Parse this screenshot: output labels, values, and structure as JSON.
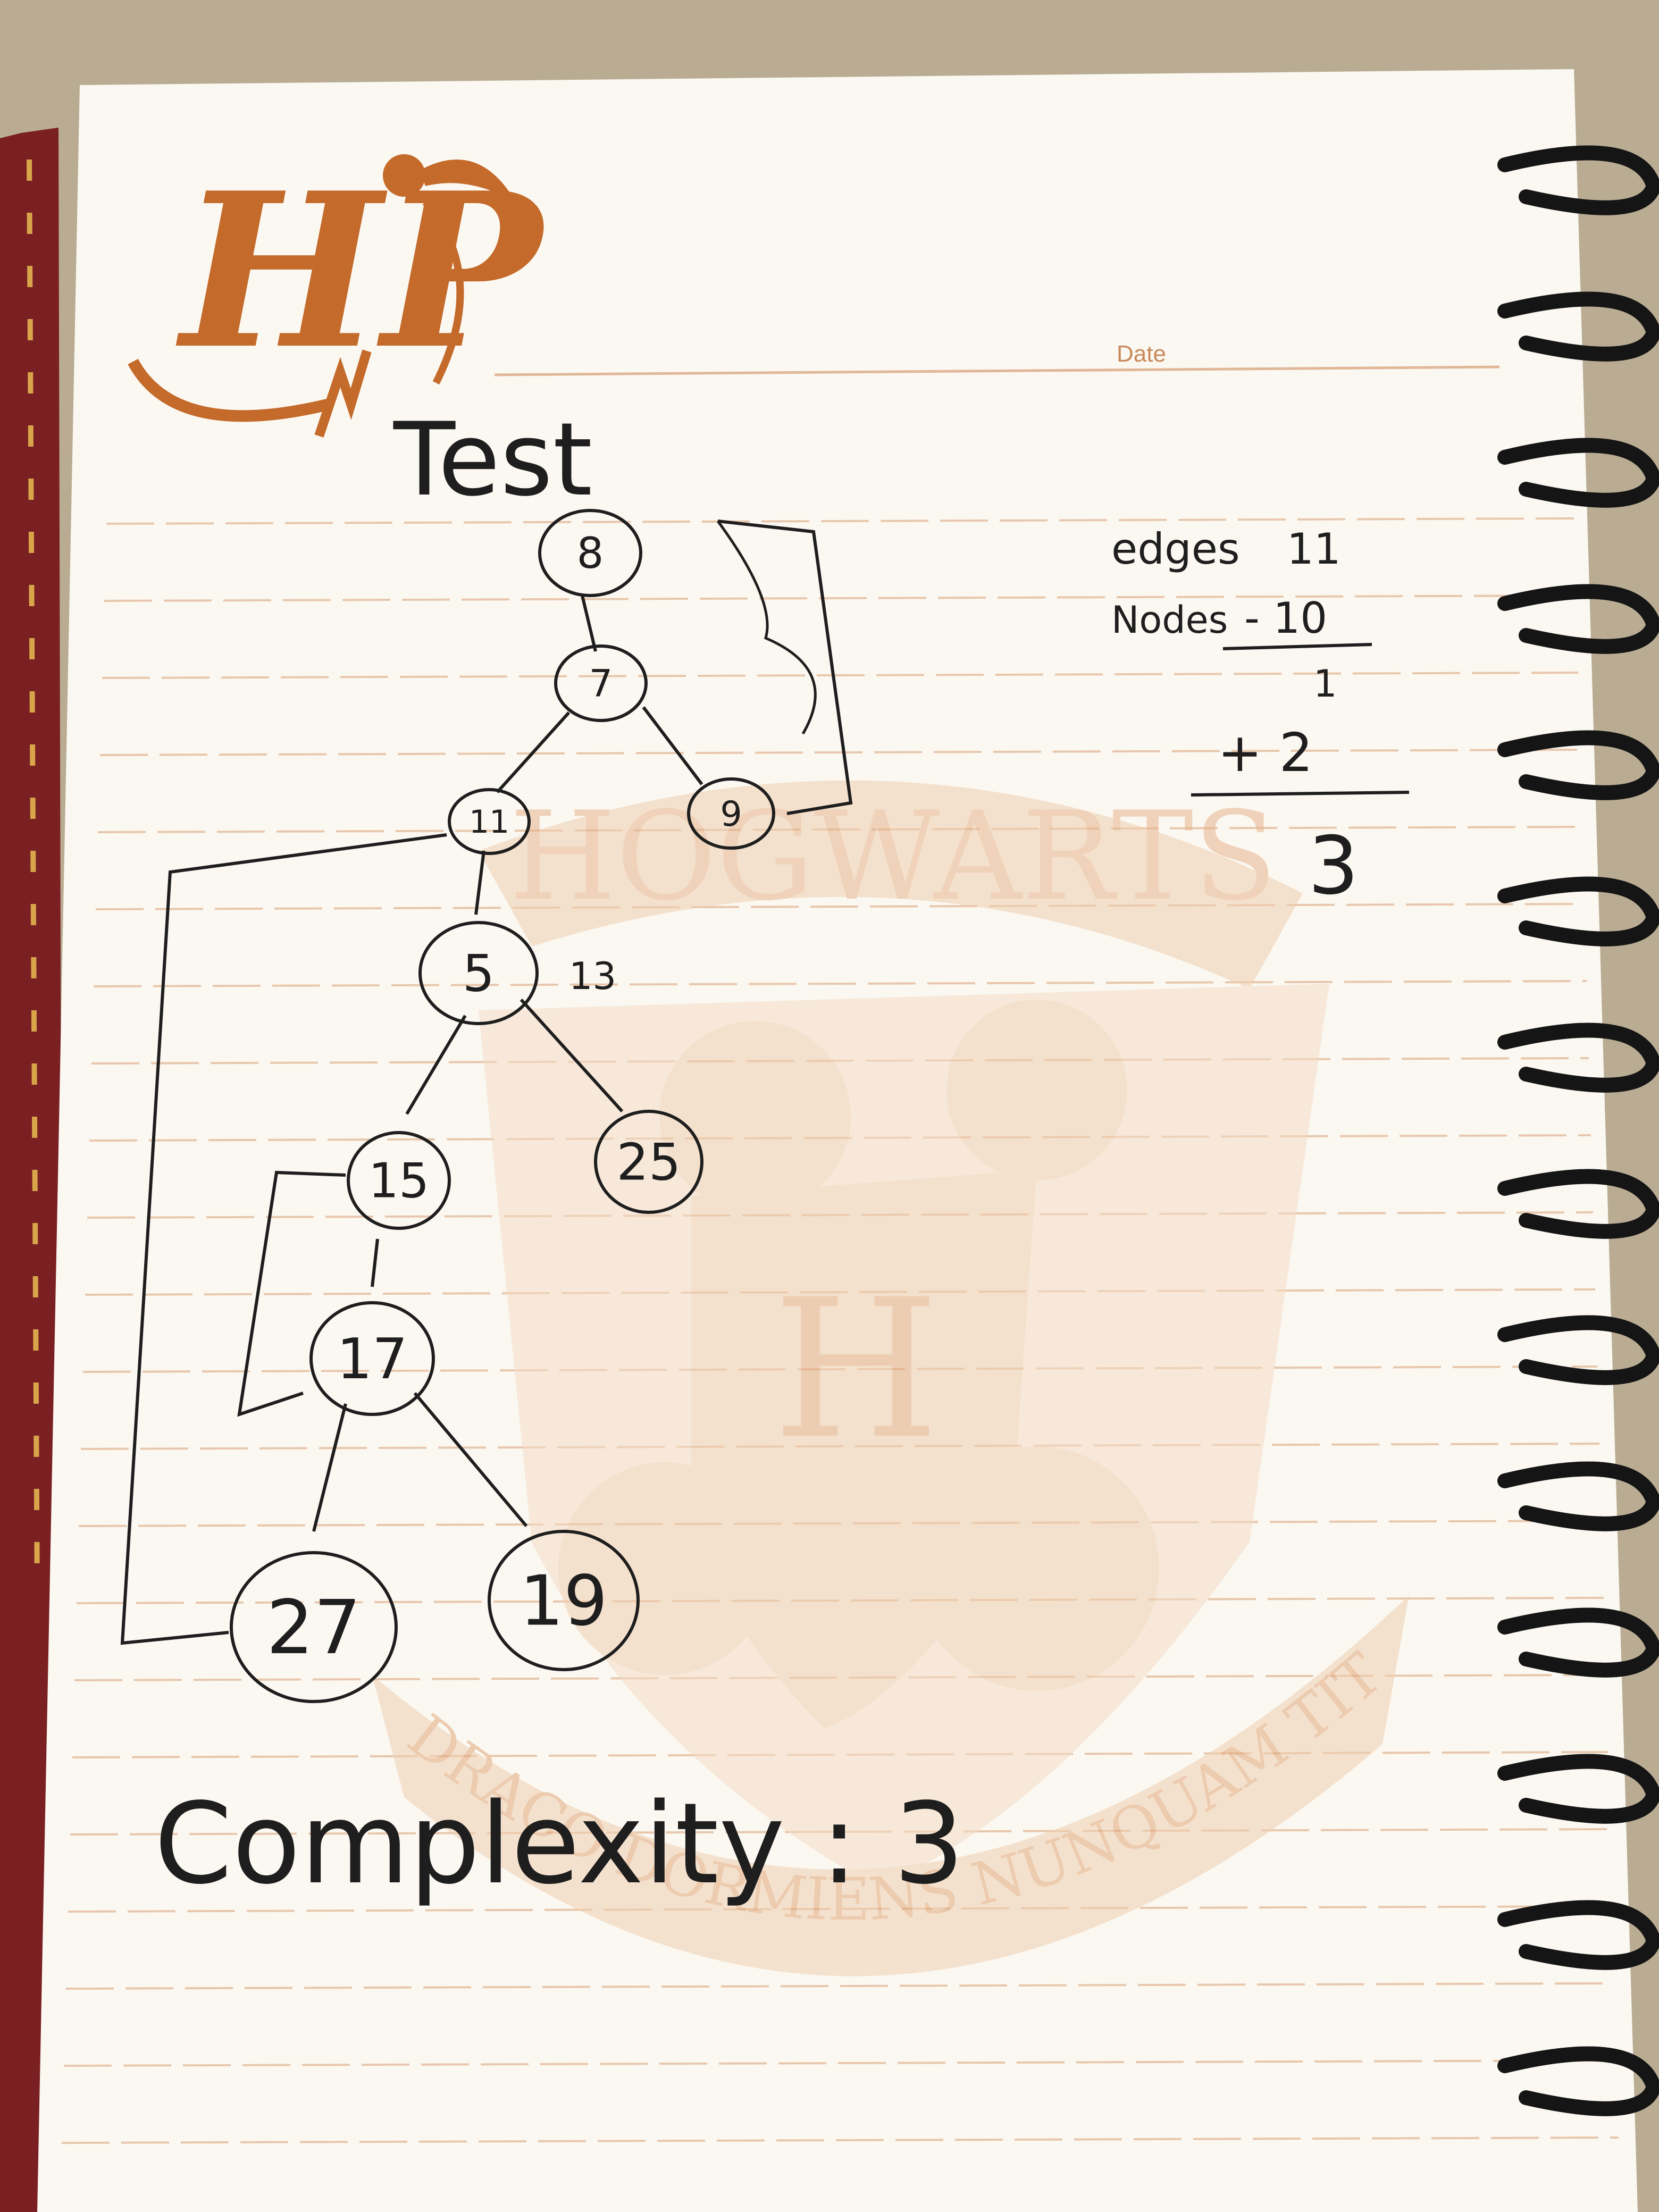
{
  "notebook": {
    "logo_text": "HP",
    "date_label": "Date",
    "crest": {
      "top_ribbon": "HOGWARTS",
      "shield_letter": "H",
      "motto": "DRACO DORMIENS NUNQUAM TITILLANDUS"
    }
  },
  "handwriting": {
    "title": "Test",
    "calc": {
      "edges_label": "edges",
      "edges_value": "11",
      "nodes_label": "Nodes",
      "nodes_value": "- 10",
      "diff": "1",
      "plus": "+ 2",
      "result": "3"
    },
    "node_13_note": "13",
    "complexity": "Complexity : 3"
  },
  "graph": {
    "nodes": [
      {
        "id": "n-top",
        "label": "8"
      },
      {
        "id": "n-7",
        "label": "7"
      },
      {
        "id": "n-9",
        "label": "9"
      },
      {
        "id": "n-11",
        "label": "11"
      },
      {
        "id": "n-5",
        "label": "5"
      },
      {
        "id": "n-15",
        "label": "15"
      },
      {
        "id": "n-25",
        "label": "25"
      },
      {
        "id": "n-17",
        "label": "17"
      },
      {
        "id": "n-27",
        "label": "27"
      },
      {
        "id": "n-19",
        "label": "19"
      }
    ]
  },
  "colors": {
    "paper": "#fbf8f2",
    "rule_line": "#e8c7ac",
    "logo_orange": "#c46a2b",
    "crest_tint": "#f0cfb0",
    "ink": "#1e1e1e",
    "cover_red": "#7a1f22",
    "spiral": "#151515"
  }
}
